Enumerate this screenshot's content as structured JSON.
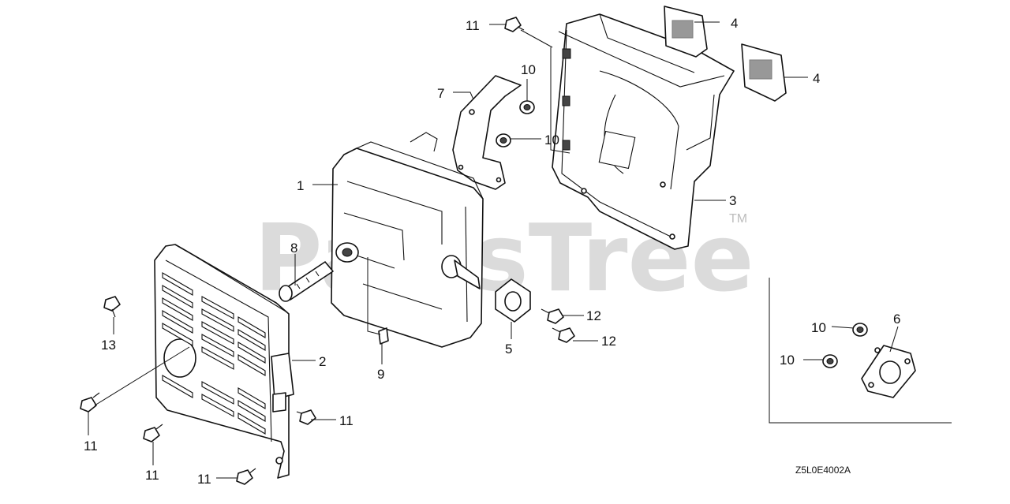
{
  "watermark": {
    "text": "PartsTree",
    "trademark": "TM"
  },
  "diagram_code": "Z5L0E4002A",
  "callouts": [
    {
      "id": "c1",
      "text": "1"
    },
    {
      "id": "c2",
      "text": "2"
    },
    {
      "id": "c3",
      "text": "3"
    },
    {
      "id": "c4a",
      "text": "4"
    },
    {
      "id": "c4b",
      "text": "4"
    },
    {
      "id": "c5",
      "text": "5"
    },
    {
      "id": "c6",
      "text": "6"
    },
    {
      "id": "c7",
      "text": "7"
    },
    {
      "id": "c8",
      "text": "8"
    },
    {
      "id": "c9",
      "text": "9"
    },
    {
      "id": "c10a",
      "text": "10"
    },
    {
      "id": "c10b",
      "text": "10"
    },
    {
      "id": "c10c",
      "text": "10"
    },
    {
      "id": "c10d",
      "text": "10"
    },
    {
      "id": "c11a",
      "text": "11"
    },
    {
      "id": "c11b",
      "text": "11"
    },
    {
      "id": "c11c",
      "text": "11"
    },
    {
      "id": "c11d",
      "text": "11"
    },
    {
      "id": "c11e",
      "text": "11"
    },
    {
      "id": "c12a",
      "text": "12"
    },
    {
      "id": "c12b",
      "text": "12"
    },
    {
      "id": "c13",
      "text": "13"
    }
  ]
}
